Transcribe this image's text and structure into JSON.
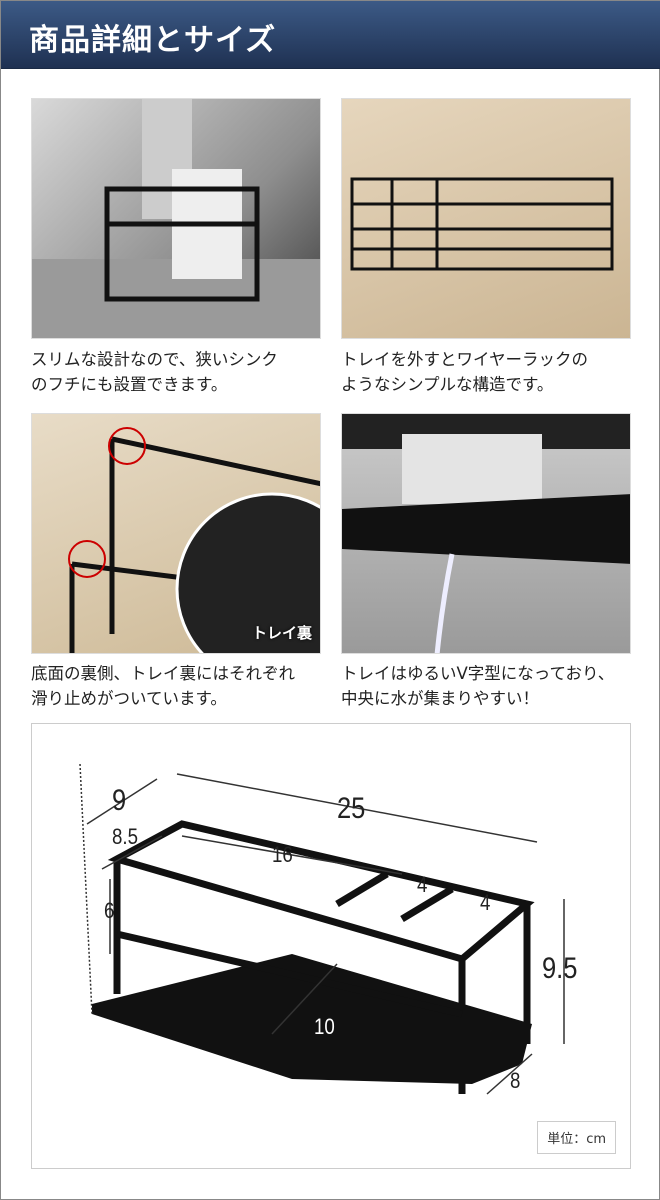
{
  "header": {
    "title": "商品詳細とサイズ"
  },
  "panels": [
    {
      "caption_lines": [
        "スリムな設計なので、狭いシンク",
        "のフチにも設置できます。"
      ]
    },
    {
      "caption_lines": [
        "トレイを外すとワイヤーラックの",
        "ようなシンプルな構造です。"
      ]
    },
    {
      "caption_lines": [
        "底面の裏側、トレイ裏にはそれぞれ",
        "滑り止めがついています。"
      ],
      "photo_label": "トレイ裏"
    },
    {
      "caption_lines": [
        "トレイはゆるいV字型になっており、",
        "中央に水が集まりやすい！"
      ]
    }
  ],
  "dimensions": {
    "depth_top": "9",
    "width": "25",
    "depth_inner": "8.5",
    "compartment_main": "16",
    "compartment_a": "4",
    "compartment_b": "4",
    "inner_height": "6",
    "height": "9.5",
    "tray": "10",
    "tray_depth": "8",
    "unit": "単位：cm"
  }
}
